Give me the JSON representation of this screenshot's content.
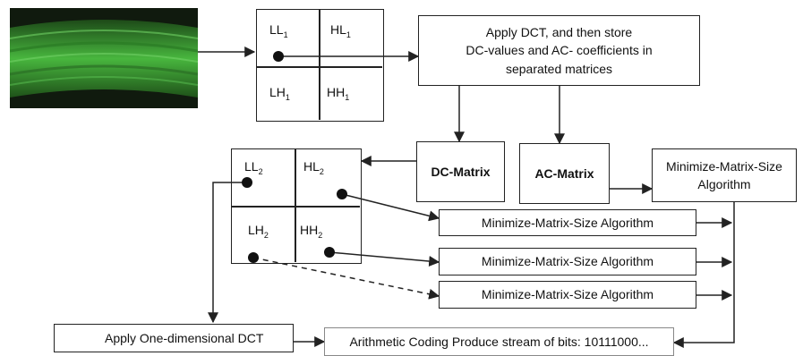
{
  "level1": {
    "ll": "LL",
    "hl": "HL",
    "lh": "LH",
    "hh": "HH",
    "sub": "1"
  },
  "level2": {
    "ll": "LL",
    "hl": "HL",
    "lh": "LH",
    "hh": "HH",
    "sub": "2"
  },
  "dct_box": {
    "line1": "Apply DCT, and then store",
    "line2": "DC-values and AC- coefficients in",
    "line3": "separated matrices"
  },
  "dc_matrix": "DC-Matrix",
  "ac_matrix": "AC-Matrix",
  "minimize_side": {
    "line1": "Minimize-Matrix-Size",
    "line2": "Algorithm"
  },
  "minimize_algo": [
    "Minimize-Matrix-Size Algorithm",
    "Minimize-Matrix-Size Algorithm",
    "Minimize-Matrix-Size Algorithm"
  ],
  "one_dim_dct": "Apply One-dimensional DCT",
  "arithmetic": "Arithmetic Coding Produce stream of bits: 10111000...",
  "colors": {
    "stroke": "#222222",
    "image_green": "#3fae3a"
  }
}
